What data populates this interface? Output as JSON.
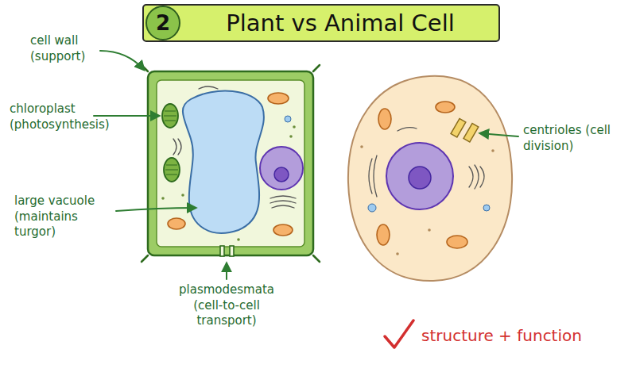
{
  "diagram": {
    "title": "Plant vs Animal Cell",
    "nodes": [
      {
        "text": [
          "2"
        ]
      }
    ],
    "labels": [
      "cell wall (support)",
      "chloroplast (photosynthesis)",
      "large vacuole (maintains turgor)",
      "plasmodesmata (cell-to-cell transport)",
      "centrioles (cell division)",
      "structure + function"
    ]
  }
}
